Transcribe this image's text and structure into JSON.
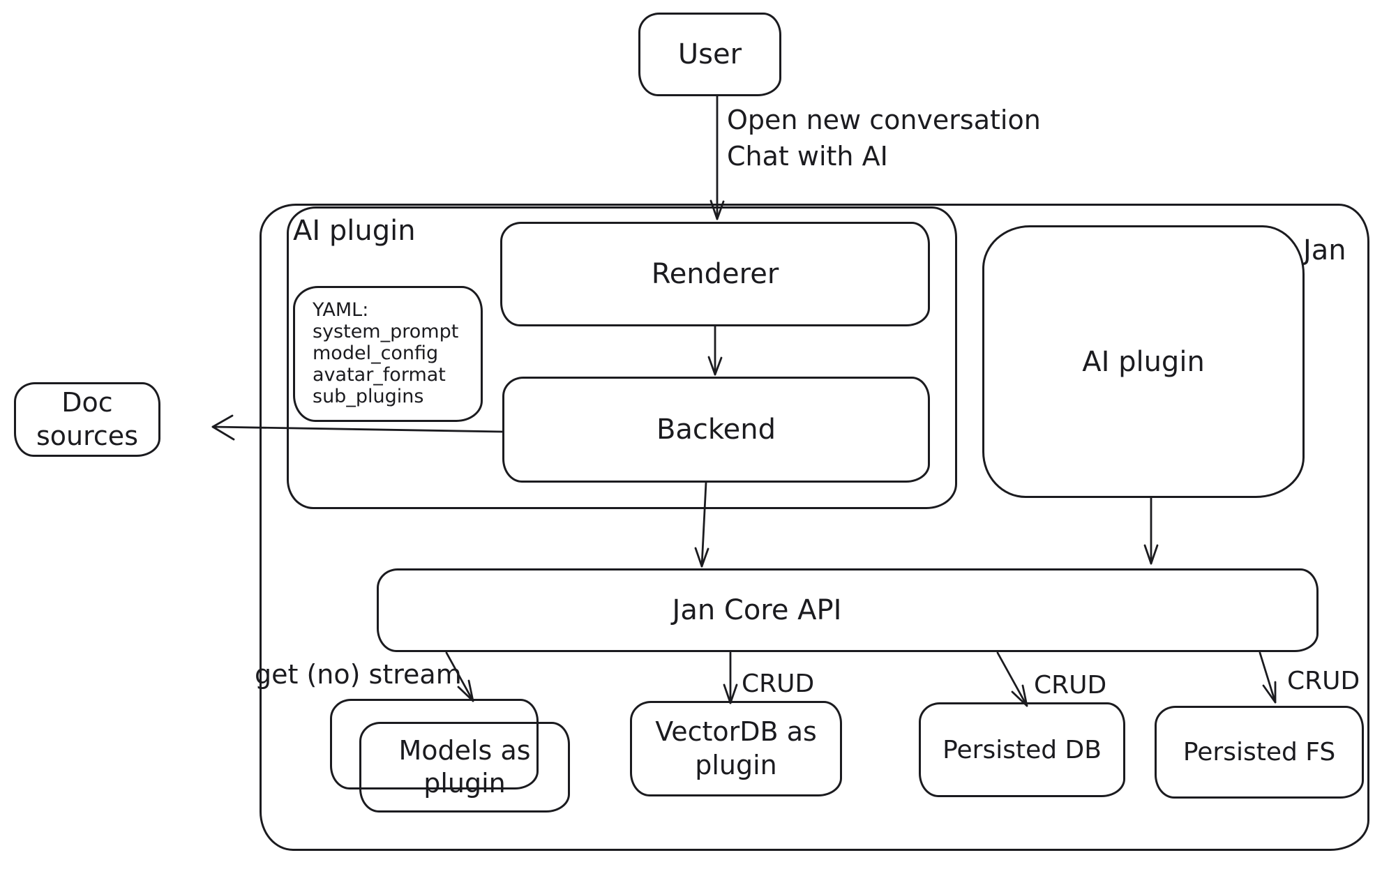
{
  "diagram": {
    "title_corner": "Jan",
    "colors": {
      "stroke": "#1b1b1f",
      "background": "#ffffff"
    },
    "nodes": {
      "user": {
        "label": "User"
      },
      "ai_plugin_group": {
        "label": "AI plugin"
      },
      "renderer": {
        "label": "Renderer"
      },
      "backend": {
        "label": "Backend"
      },
      "yaml_note": {
        "lines": [
          "YAML:",
          "system_prompt",
          "model_config",
          "avatar_format",
          "sub_plugins"
        ]
      },
      "ai_plugin_right": {
        "label": "AI plugin"
      },
      "doc_sources": {
        "label": "Doc sources"
      },
      "jan_core_api": {
        "label": "Jan Core API"
      },
      "models_as_plugin": {
        "line1": "Models as",
        "line2": "plugin"
      },
      "vectordb_as_plugin": {
        "line1": "VectorDB as",
        "line2": "plugin"
      },
      "persisted_db": {
        "label": "Persisted DB"
      },
      "persisted_fs": {
        "label": "Persisted FS"
      }
    },
    "edges": {
      "user_to_renderer": {
        "label_line1": "Open new conversation",
        "label_line2": "Chat with AI"
      },
      "renderer_to_backend": {
        "label": ""
      },
      "backend_to_doc_sources": {
        "label": ""
      },
      "backend_to_jan_core_api": {
        "label": ""
      },
      "ai_plugin_right_to_jan_core_api": {
        "label": ""
      },
      "jan_core_api_to_models": {
        "label": "get (no) stream"
      },
      "jan_core_api_to_vectordb": {
        "label": "CRUD"
      },
      "jan_core_api_to_persisted_db": {
        "label": "CRUD"
      },
      "jan_core_api_to_persisted_fs": {
        "label": "CRUD"
      }
    }
  }
}
